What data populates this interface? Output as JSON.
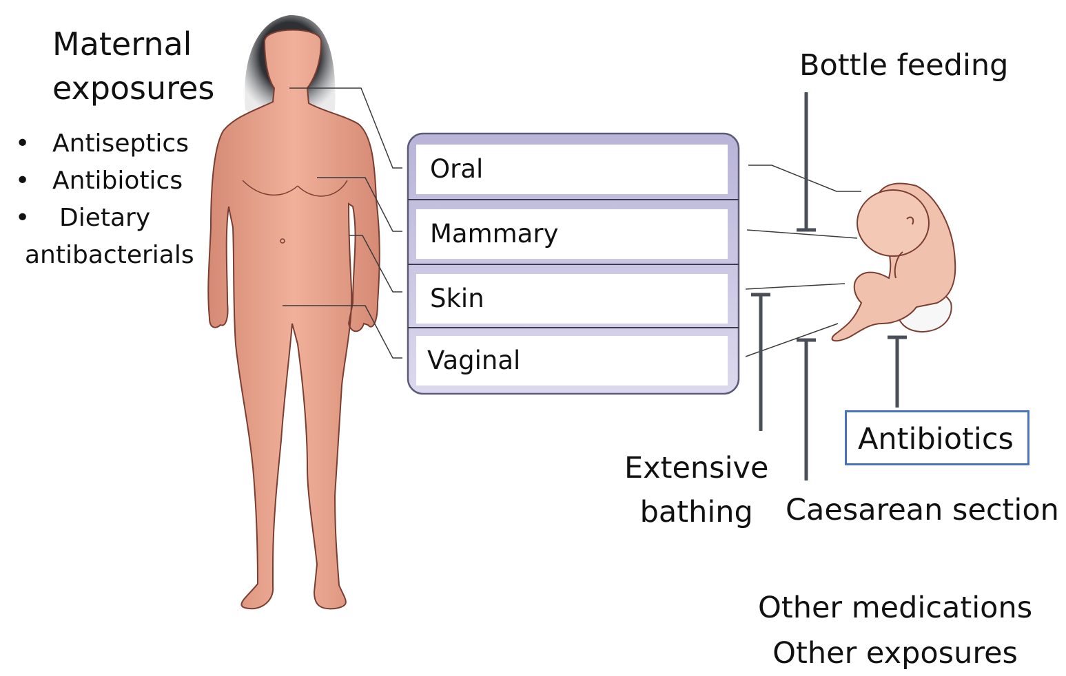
{
  "maternal": {
    "title_line1": "Maternal",
    "title_line2": "exposures",
    "items": [
      "Antiseptics",
      "Antibiotics",
      "Dietary",
      "antibacterials"
    ]
  },
  "body_sites": [
    "Oral",
    "Mammary",
    "Skin",
    "Vaginal"
  ],
  "infant_exposures": {
    "bottle_feeding": "Bottle feeding",
    "bathing_line1": "Extensive",
    "bathing_line2": "bathing",
    "caesarean": "Caesarean section",
    "antibiotics": "Antibiotics",
    "other_line1": "Other medications",
    "other_line2": "Other exposures"
  },
  "colors": {
    "skin": "#e8a48e",
    "skin_outline": "#7a3d32",
    "hair": "#3f4044",
    "panel_border": "#5b5b78",
    "panel_fill": "#c9c5e2",
    "inhibitor": "#4a4f57",
    "antibiotics_border": "#4a72c4"
  }
}
